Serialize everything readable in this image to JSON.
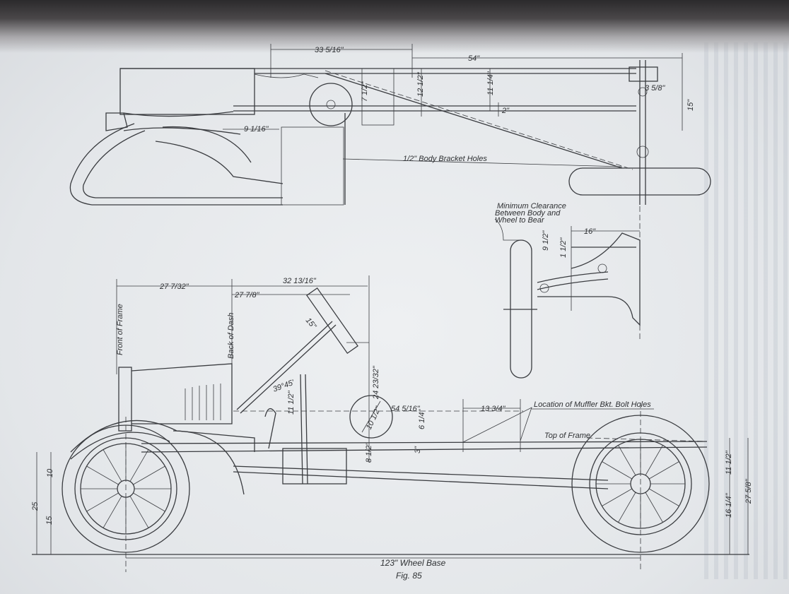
{
  "figure": {
    "caption": "Fig. 85",
    "wheel_base": "123\" Wheel Base"
  },
  "plan_view": {
    "dim_33": "33 5/16\"",
    "dim_54": "54\"",
    "dim_11_q": "11 1/4\"",
    "dim_12_h": "12 1/2\"",
    "dim_7_h": "7 1/2\"",
    "dim_3_5_8": "3 5/8\"",
    "dim_15": "15\"",
    "dim_2": "2\"",
    "dim_9_1_16": "9 1/16\"",
    "bracket_note": "1/2\" Body Bracket Holes"
  },
  "front_view": {
    "clearance_note_1": "Minimum Clearance",
    "clearance_note_2": "Between Body and",
    "clearance_note_3": "Wheel to Bear",
    "dim_16": "16\"",
    "dim_9_h": "9 1/2\"",
    "dim_1_h": "1 1/2\""
  },
  "side_view": {
    "dim_27_7_32": "27 7/32\"",
    "dim_32_13_16": "32 13/16\"",
    "dim_27_7_8": "27 7/8\"",
    "front_of_frame": "Front of Frame",
    "back_of_dash": "Back of Dash",
    "dim_15": "15\"",
    "angle": "39°45'",
    "dim_24": "24 23/32\"",
    "dim_11_h": "11 1/2\"",
    "dim_54": "54 5/16\"",
    "dim_13": "13 3/4\"",
    "muffler_note": "Location of Muffler Bkt. Bolt Holes",
    "dim_10_h": "10 1/2\"",
    "dim_6_q": "6 1/4\"",
    "top_of_frame": "Top of Frame",
    "dim_3": "3\"",
    "dim_8_h": "8 1/2\"",
    "dim_10": "10",
    "dim_25": "25",
    "dim_15b": "15",
    "dim_11_h_r": "11 1/2\"",
    "dim_27_5_8": "27 5/8\"",
    "dim_16_q": "16 1/4\""
  }
}
